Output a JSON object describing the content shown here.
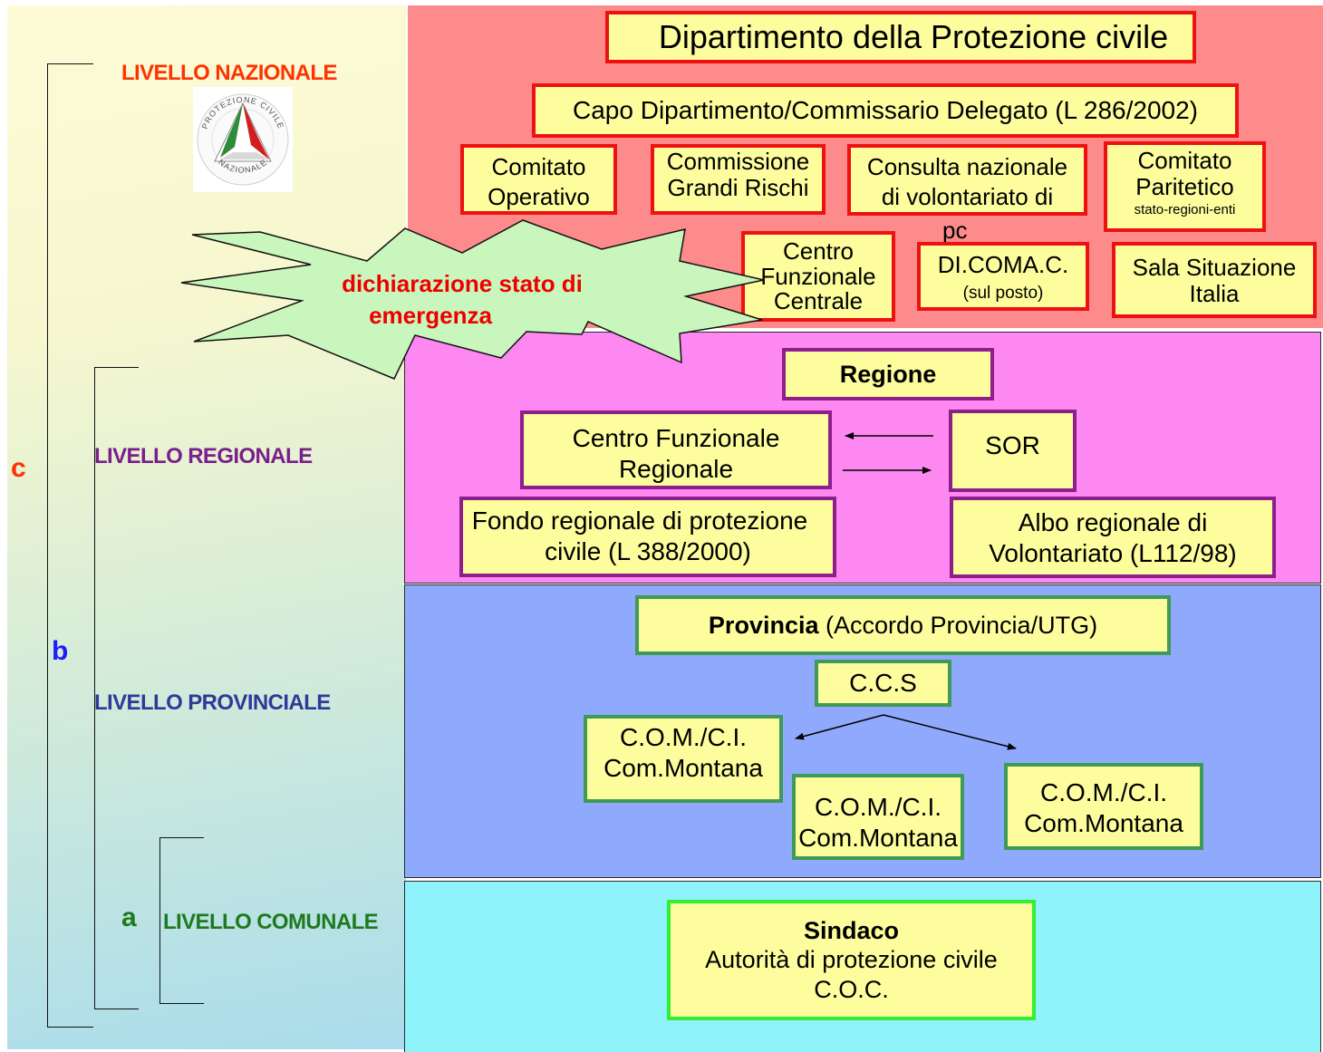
{
  "levels": {
    "nazionale": "LIVELLO NAZIONALE",
    "regionale": "LIVELLO REGIONALE",
    "provinciale": "LIVELLO PROVINCIALE",
    "comunale": "LIVELLO COMUNALE"
  },
  "letters": {
    "c": "c",
    "b": "b",
    "a": "a"
  },
  "logo": {
    "top_text": "PROTEZIONE CIVILE",
    "bottom_text": "NAZIONALE"
  },
  "emergency": {
    "line1": "dichiarazione stato di",
    "line2": "emergenza"
  },
  "nazionale": {
    "title": "Dipartimento della Protezione civile",
    "capo": "Capo Dipartimento/Commissario Delegato (L 286/2002)",
    "comitato_operativo": [
      "Comitato",
      "Operativo"
    ],
    "commissione": [
      "Commissione",
      "Grandi Rischi"
    ],
    "consulta": [
      "Consulta nazionale",
      "di volontariato di",
      "pc"
    ],
    "comitato_paritetico": [
      "Comitato",
      "Paritetico",
      "stato-regioni-enti"
    ],
    "centro_funzionale": [
      "Centro",
      "Funzionale",
      "Centrale"
    ],
    "dicomac": [
      "DI.COMA.C.",
      "(sul posto)"
    ],
    "sala": [
      "Sala Situazione",
      "Italia"
    ]
  },
  "regionale": {
    "regione": "Regione",
    "centro": [
      "Centro Funzionale",
      "Regionale"
    ],
    "sor": "SOR",
    "fondo": [
      "Fondo regionale di protezione",
      "civile (L 388/2000)"
    ],
    "albo": [
      "Albo regionale di",
      "Volontariato (L112/98)"
    ]
  },
  "provinciale": {
    "provincia_bold": "Provincia",
    "provincia_rest": " (Accordo Provincia/UTG)",
    "ccs": "C.C.S",
    "com1": [
      "C.O.M./C.I.",
      "Com.Montana"
    ],
    "com2": [
      "C.O.M./C.I.",
      "Com.Montana"
    ],
    "com3": [
      "C.O.M./C.I.",
      "Com.Montana"
    ]
  },
  "comunale": {
    "sindaco": "Sindaco",
    "autorita": "Autorità di protezione civile",
    "coc": "C.O.C."
  },
  "colors": {
    "nazionale_band": "#fd8b8b",
    "regionale_band": "#fd88f1",
    "provinciale_band": "#8faafc",
    "comunale_band": "#8ef3fb",
    "box_fill": "#fdfd9e",
    "nazionale_label": "#ff3300",
    "regionale_label": "#7a1f8c",
    "provinciale_label": "#2d3a9a",
    "comunale_label": "#1e7a1e"
  }
}
